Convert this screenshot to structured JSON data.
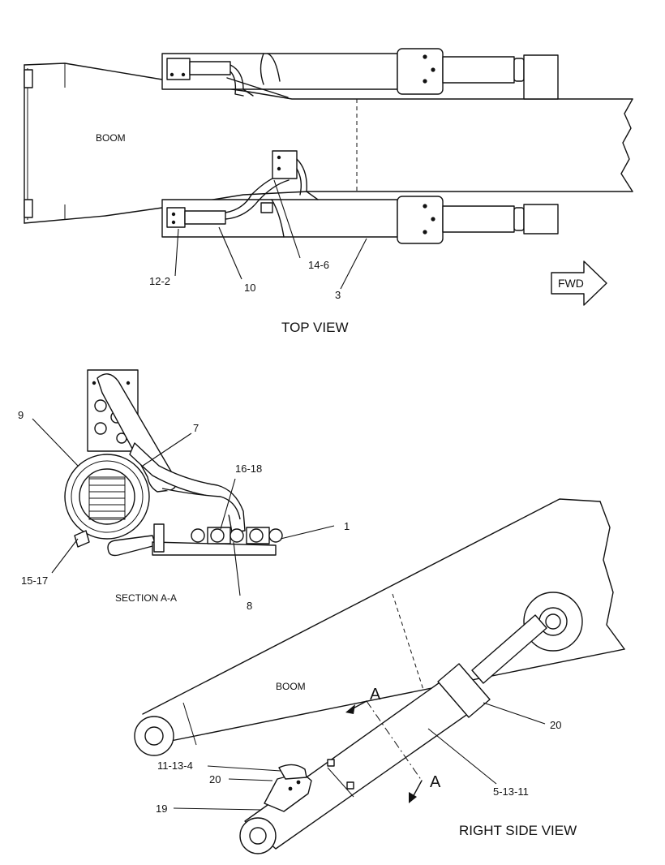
{
  "views": {
    "top": "TOP VIEW",
    "right_side": "RIGHT SIDE VIEW",
    "section": "SECTION A-A"
  },
  "boom_labels": {
    "top": "BOOM",
    "side": "BOOM"
  },
  "fwd": "FWD",
  "section_marks": {
    "upper": "A",
    "lower": "A"
  },
  "callouts": {
    "c12_2": "12-2",
    "c10": "10",
    "c3": "3",
    "c14_6": "14-6",
    "c9": "9",
    "c7": "7",
    "c16_18": "16-18",
    "c1": "1",
    "c15_17": "15-17",
    "c8": "8",
    "c20a": "20",
    "c11_13_4": "11-13-4",
    "c20b": "20",
    "c19": "19",
    "c5_13_11": "5-13-11"
  }
}
